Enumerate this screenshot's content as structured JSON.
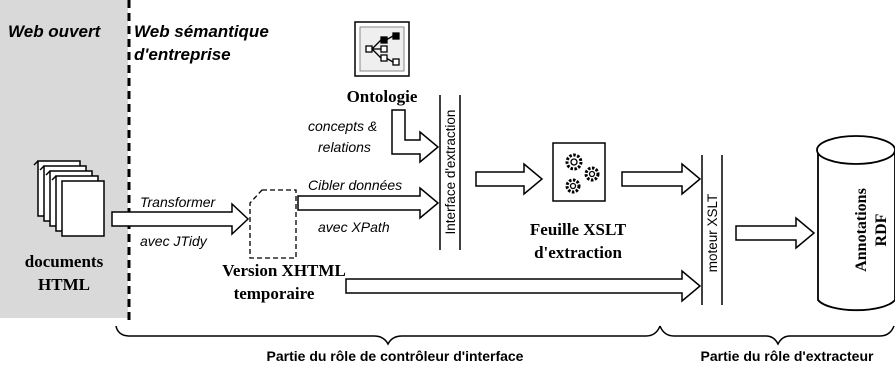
{
  "regions": {
    "open_web": "Web ouvert",
    "semantic_web_line1": "Web sémantique",
    "semantic_web_line2": "d'entreprise"
  },
  "nodes": {
    "html_docs_line1": "documents",
    "html_docs_line2": "HTML",
    "xhtml_line1": "Version XHTML",
    "xhtml_line2": "temporaire",
    "ontology": "Ontologie",
    "extraction_interface": "Interface d'extraction",
    "xslt_sheet_line1": "Feuille XSLT",
    "xslt_sheet_line2": "d'extraction",
    "xslt_engine": "moteur XSLT",
    "rdf_line1": "Annotations",
    "rdf_line2": "RDF"
  },
  "edges": {
    "transform_line1": "Transformer",
    "transform_line2": "avec JTidy",
    "concepts_line1": "concepts &",
    "concepts_line2": "relations",
    "target_line1": "Cibler données",
    "target_line2": "avec XPath"
  },
  "roles": {
    "controller": "Partie du rôle de contrôleur d'interface",
    "extractor": "Partie du rôle d'extracteur"
  },
  "colors": {
    "open_web_bg": "#d9d9d9",
    "stroke": "#000000",
    "background": "#ffffff"
  }
}
